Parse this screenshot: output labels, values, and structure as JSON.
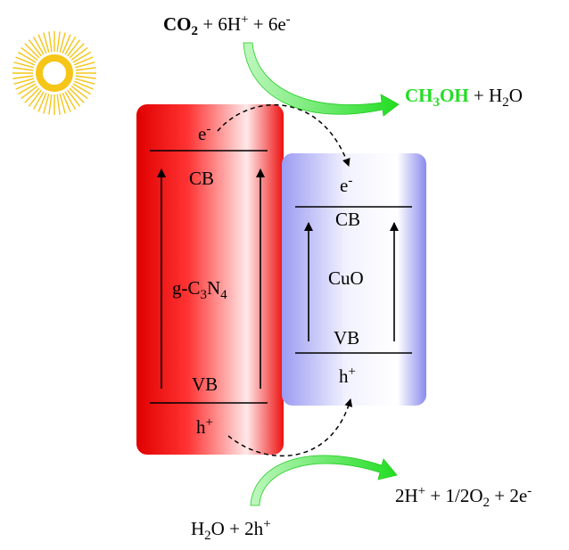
{
  "colors": {
    "gcn": "#ee1111",
    "cuo": "#8888ee",
    "sun": "#f5c518",
    "arrow_green": "#33ee33"
  },
  "icons": {
    "sun": "sun-icon"
  },
  "reduction": {
    "co2": "CO",
    "co2_sub": "2",
    "rest_a": " + 6H",
    "rest_a_sup": "+",
    "rest_b": " + 6e",
    "rest_b_sup": "-"
  },
  "products": {
    "methanol_a": "CH",
    "methanol_sub1": "3",
    "methanol_b": "OH",
    "water_a": " + H",
    "water_sub": "2",
    "water_b": "O"
  },
  "gcn": {
    "electron": "e",
    "electron_sup": "-",
    "cb": "CB",
    "name_a": "g-C",
    "name_sub1": "3",
    "name_b": "N",
    "name_sub2": "4",
    "vb": "VB",
    "hole": "h",
    "hole_sup": "+"
  },
  "cuo": {
    "electron": "e",
    "electron_sup": "-",
    "cb": "CB",
    "name": "CuO",
    "vb": "VB",
    "hole": "h",
    "hole_sup": "+"
  },
  "oxidation_products": {
    "a": "2H",
    "a_sup": "+",
    "b": " + 1/2O",
    "b_sub": "2",
    "c": " + 2e",
    "c_sup": "-"
  },
  "oxidation_reactants": {
    "a": "H",
    "a_sub": "2",
    "b": "O + 2h",
    "b_sup": "+"
  }
}
